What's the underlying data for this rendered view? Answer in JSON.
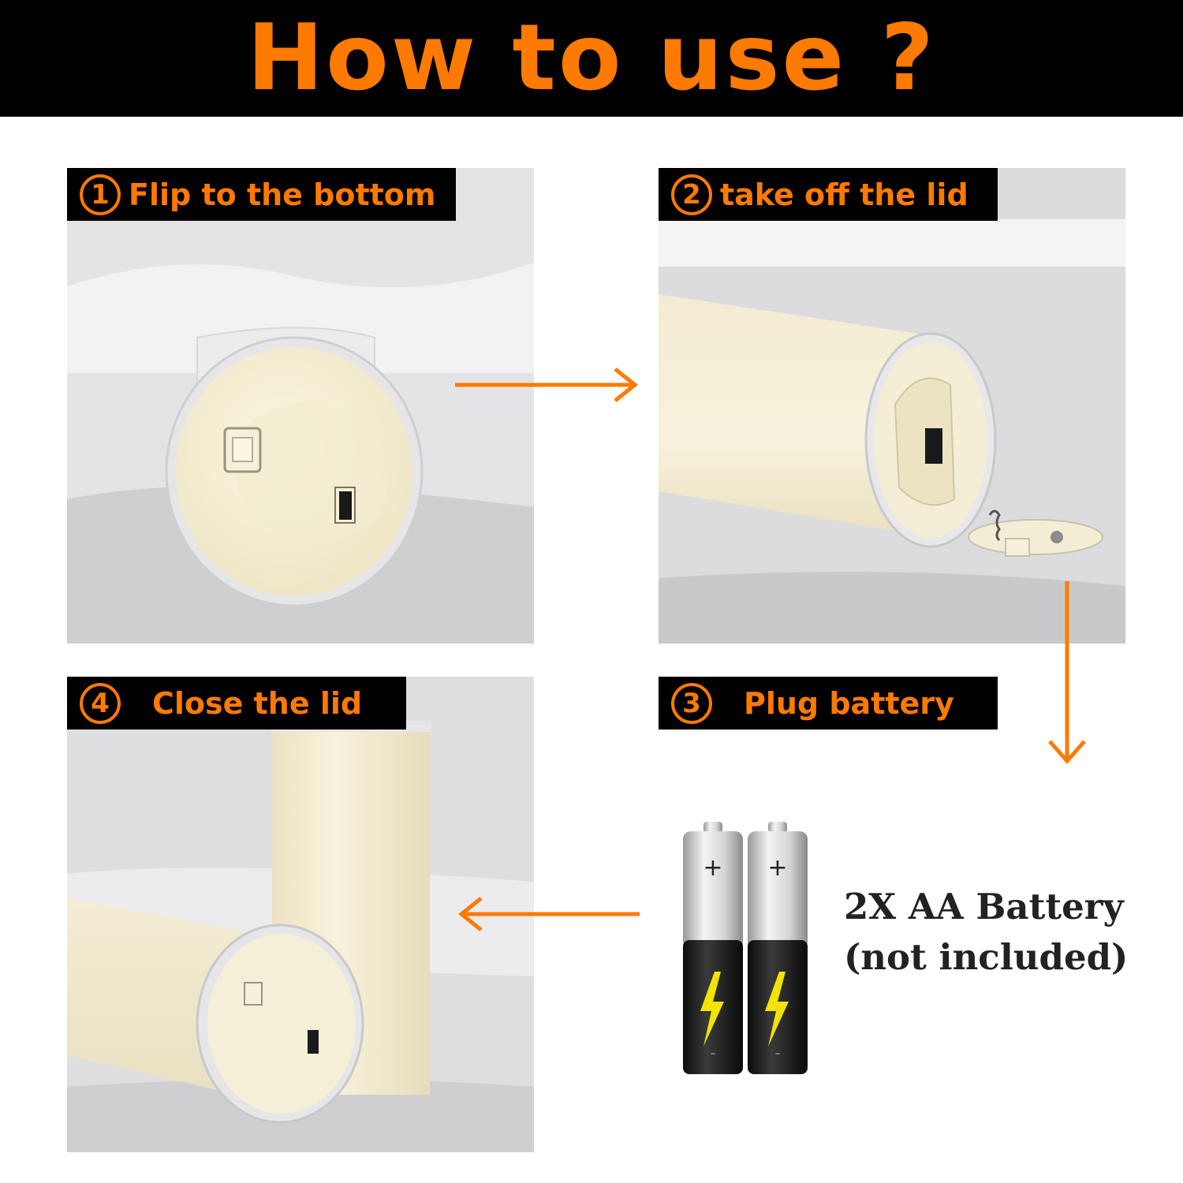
{
  "header": {
    "title": "How to use ?"
  },
  "colors": {
    "accent": "#ff7a00",
    "banner_bg": "#000000",
    "label_bg": "#000000",
    "caption_text": "#222222"
  },
  "steps": [
    {
      "number": "1",
      "label": "Flip to the bottom"
    },
    {
      "number": "2",
      "label": "take off the lid"
    },
    {
      "number": "3",
      "label": "Plug battery"
    },
    {
      "number": "4",
      "label": "Close the lid"
    }
  ],
  "battery": {
    "caption_line1": "2X AA Battery",
    "caption_line2": "(not included)",
    "positive_symbol": "+",
    "negative_symbol": "-"
  },
  "icons": [
    "arrow-right-icon",
    "arrow-down-icon",
    "arrow-left-icon",
    "aa-battery-icon",
    "lightning-bolt-icon"
  ]
}
